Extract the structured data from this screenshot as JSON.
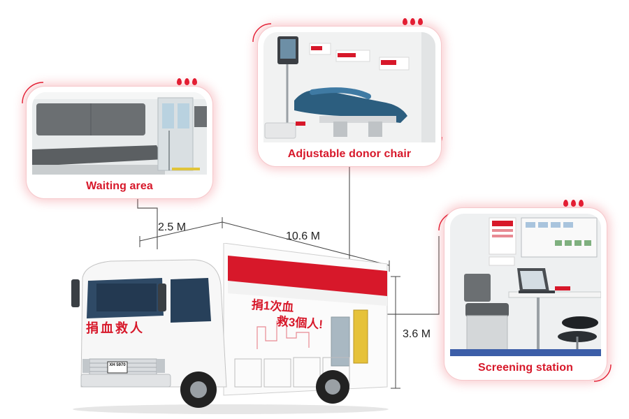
{
  "cards": {
    "waiting_area": {
      "caption": "Waiting area"
    },
    "donor_chair": {
      "caption": "Adjustable donor chair"
    },
    "screening_station": {
      "caption": "Screening station"
    }
  },
  "dimensions": {
    "cab_length": "2.5 M",
    "total_length": "10.6 M",
    "height": "3.6 M"
  },
  "truck": {
    "cab_slogan": "捐血救人",
    "side_slogan_line1": "捐1次血",
    "side_slogan_line2": "救3個人!",
    "plate": "XH 5970"
  },
  "colors": {
    "accent_red": "#e3192f",
    "caption_red": "#d7182a",
    "glow": "#f3b9bd",
    "seat_grey": "#5b5f62",
    "chair_blue": "#2c5e7f"
  }
}
